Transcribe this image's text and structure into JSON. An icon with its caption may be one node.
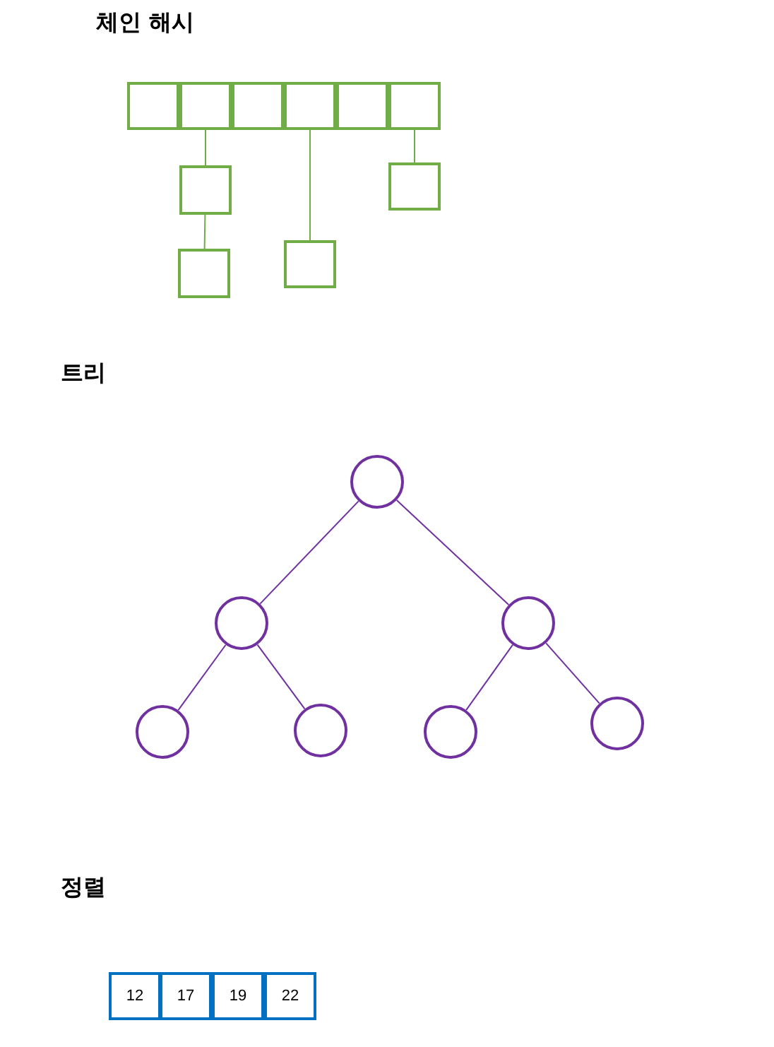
{
  "diagram": {
    "nodes": [
      {
        "text": [],
        "shape": "box"
      },
      {
        "text": [],
        "shape": "box"
      },
      {
        "text": [],
        "shape": "box"
      },
      {
        "text": [],
        "shape": "box"
      },
      {
        "text": [],
        "shape": "box"
      },
      {
        "text": [],
        "shape": "box"
      },
      {
        "text": [],
        "shape": "box"
      },
      {
        "text": [],
        "shape": "box"
      },
      {
        "text": [],
        "shape": "box"
      },
      {
        "text": [],
        "shape": "box"
      },
      {
        "text": [],
        "shape": "circle"
      },
      {
        "text": [],
        "shape": "circle"
      },
      {
        "text": [],
        "shape": "circle"
      },
      {
        "text": [],
        "shape": "circle"
      },
      {
        "text": [],
        "shape": "circle"
      },
      {
        "text": [],
        "shape": "circle"
      },
      {
        "text": [],
        "shape": "circle"
      },
      {
        "text": [
          "12"
        ]
      },
      {
        "text": [
          "17"
        ]
      },
      {
        "text": [
          "19"
        ]
      },
      {
        "text": [
          "22"
        ]
      }
    ],
    "edges": [
      {
        "from": 1,
        "to": 6,
        "arrow": "none",
        "color": "#70ad47"
      },
      {
        "from": 6,
        "to": 7,
        "arrow": "none",
        "color": "#70ad47"
      },
      {
        "from": 3,
        "to": 8,
        "arrow": "none",
        "color": "#70ad47"
      },
      {
        "from": 5,
        "to": 9,
        "arrow": "none",
        "color": "#70ad47"
      },
      {
        "from": 10,
        "to": 11,
        "arrow": "none"
      },
      {
        "from": 10,
        "to": 12,
        "arrow": "none"
      },
      {
        "from": 11,
        "to": 13,
        "arrow": "none"
      },
      {
        "from": 11,
        "to": 14,
        "arrow": "none"
      },
      {
        "from": 12,
        "to": 15,
        "arrow": "none"
      },
      {
        "from": 12,
        "to": 16,
        "arrow": "none"
      }
    ],
    "labels": [
      "체인 해시",
      "트리",
      "정렬"
    ]
  }
}
